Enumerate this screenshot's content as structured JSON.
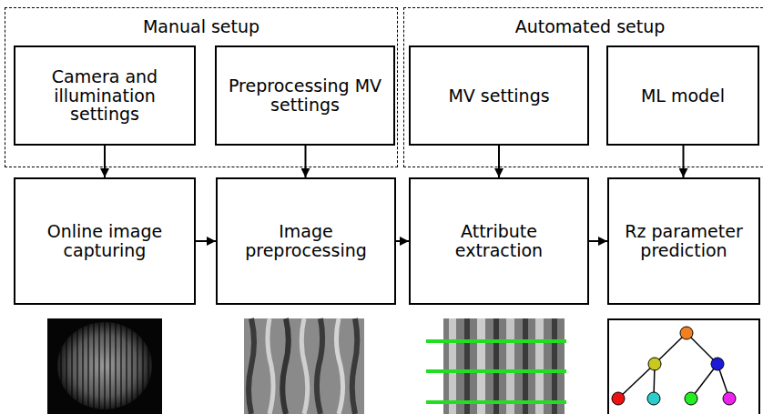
{
  "diagram": {
    "nodes": [
      {
        "text": [
          "Manual setup"
        ]
      },
      {
        "text": [
          "Camera and illumination settings"
        ],
        "in": 0
      },
      {
        "text": [
          "Preprocessing MV settings"
        ],
        "in": 0
      },
      {
        "text": [
          "Automated setup"
        ]
      },
      {
        "text": [
          "MV settings"
        ],
        "in": 3
      },
      {
        "text": [
          "ML model"
        ],
        "in": 3
      },
      {
        "text": [
          "Online image capturing"
        ]
      },
      {
        "text": [
          "Image preprocessing"
        ]
      },
      {
        "text": [
          "Attribute extraction"
        ]
      },
      {
        "text": [
          "Rz parameter prediction"
        ]
      }
    ],
    "edges": [
      {
        "from": 1,
        "to": 6,
        "arrow": "to"
      },
      {
        "from": 2,
        "to": 7,
        "arrow": "to"
      },
      {
        "from": 4,
        "to": 8,
        "arrow": "to"
      },
      {
        "from": 5,
        "to": 9,
        "arrow": "to"
      },
      {
        "from": 6,
        "to": 7,
        "arrow": "to"
      },
      {
        "from": 7,
        "to": 8,
        "arrow": "to"
      },
      {
        "from": 8,
        "to": 9,
        "arrow": "to"
      }
    ]
  }
}
